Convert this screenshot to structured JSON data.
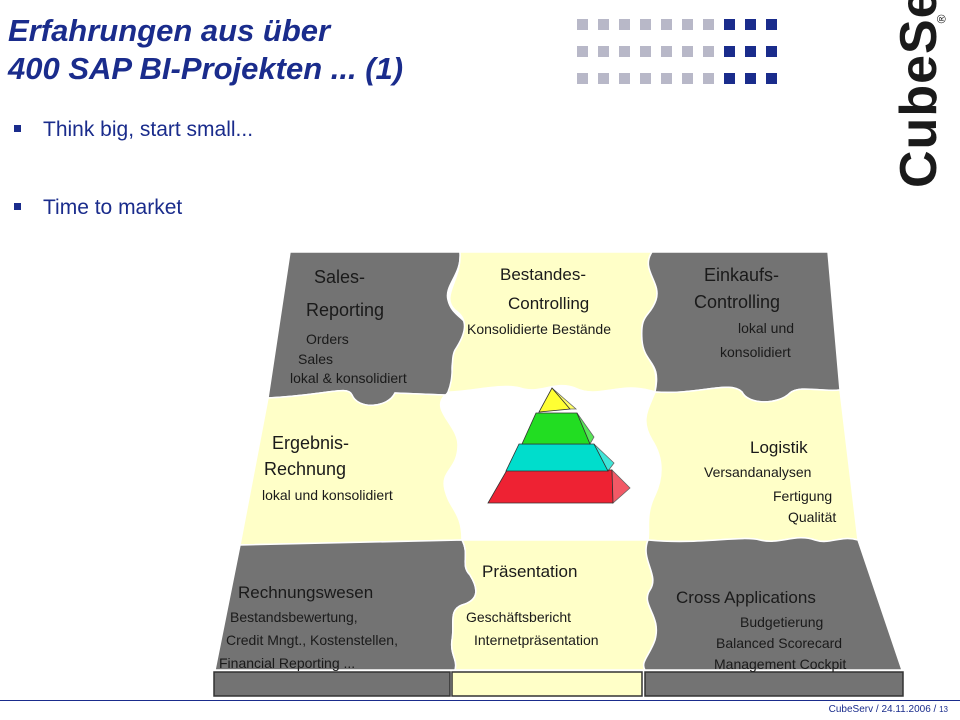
{
  "slide": {
    "title_line1": "Erfahrungen aus über",
    "title_line2": "400 SAP BI-Projekten ... (1)",
    "bullets": [
      "Think big, start small...",
      "Time to market"
    ]
  },
  "logo": {
    "text": "CubeServ",
    "registered": "®"
  },
  "puzzle": {
    "sales": {
      "title1": "Sales-",
      "title2": "Reporting",
      "line1": "Orders",
      "line2": "Sales",
      "line3": "lokal & konsolidiert"
    },
    "bestandes": {
      "title1": "Bestandes-",
      "title2": "Controlling",
      "line1": "Konsolidierte Bestände"
    },
    "einkauf": {
      "title1": "Einkaufs-",
      "title2": "Controlling",
      "line1": "lokal und",
      "line2": "konsolidiert"
    },
    "ergebnis": {
      "title1": "Ergebnis-",
      "title2": "Rechnung",
      "line1": "lokal und konsolidiert"
    },
    "logistik": {
      "title1": "Logistik",
      "line1": "Versandanalysen",
      "line2": "Fertigung",
      "line3": "Qualität"
    },
    "rechnungswesen": {
      "title1": "Rechnungswesen",
      "line1": "Bestandsbewertung,",
      "line2": "Credit Mngt., Kostenstellen,",
      "line3": "Financial Reporting ..."
    },
    "praesentation": {
      "title1": "Präsentation",
      "line1": "Geschäftsbericht",
      "line2": "Internetpräsentation"
    },
    "cross": {
      "title1": "Cross Applications",
      "line1": "Budgetierung",
      "line2": "Balanced Scorecard",
      "line3": "Management Cockpit"
    }
  },
  "colors": {
    "dark_piece": "#737373",
    "light_piece": "#ffffc8",
    "pyramid_top": "#ffff33",
    "pyramid_2": "#22dd22",
    "pyramid_3": "#00ddcc",
    "pyramid_4": "#ee2233",
    "accent": "#1a2c8c"
  },
  "footer": {
    "text": "CubeServ / 24.11.2006 /",
    "page": "13"
  }
}
